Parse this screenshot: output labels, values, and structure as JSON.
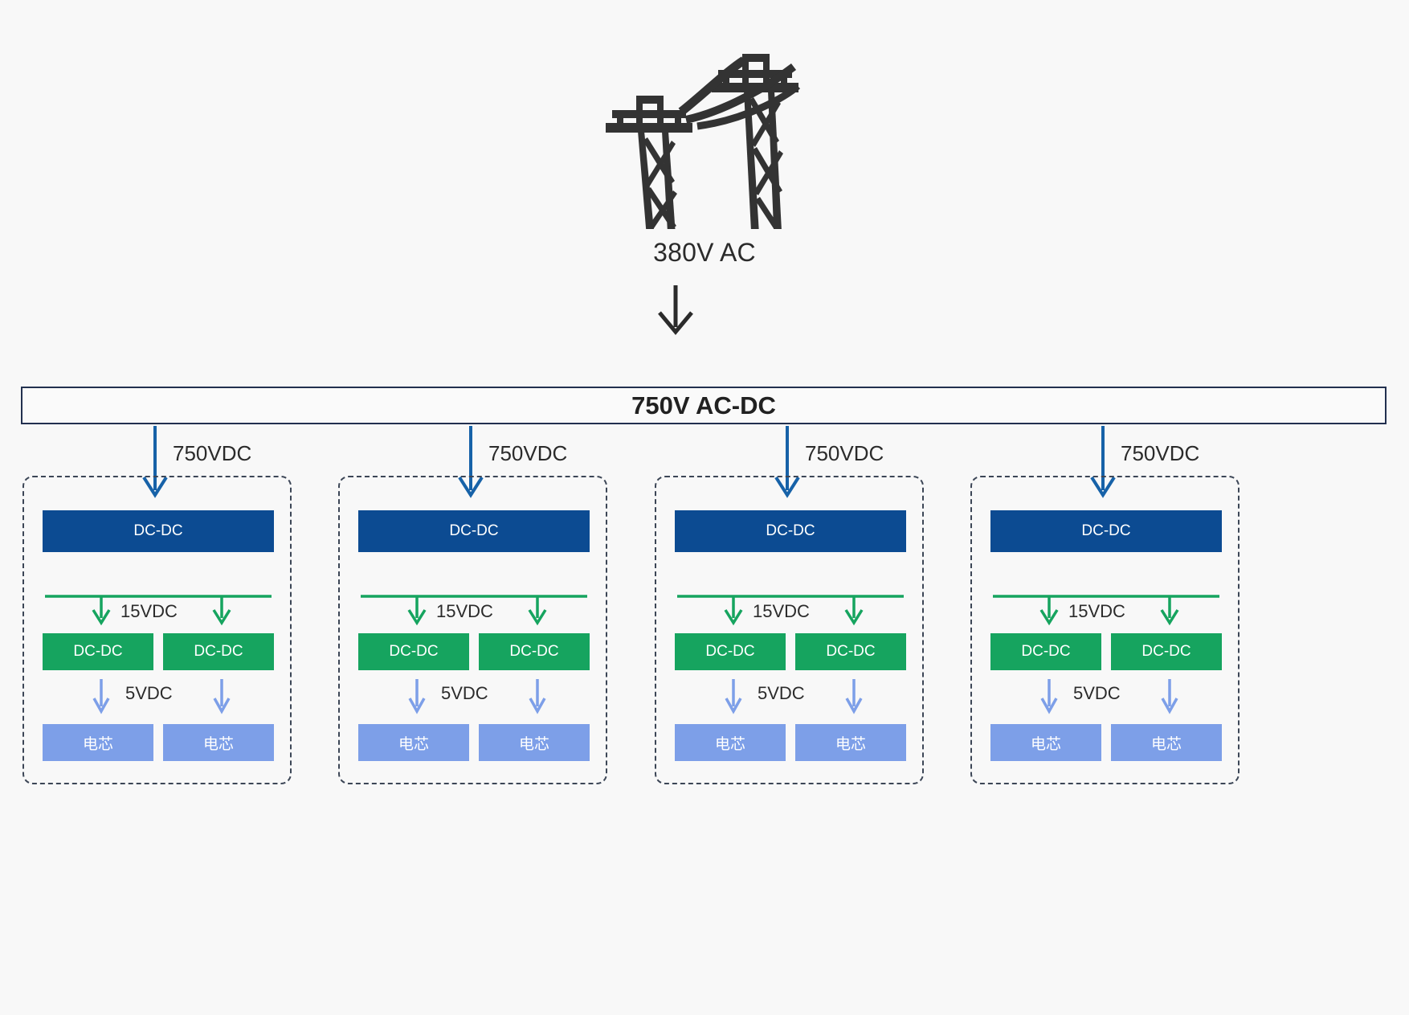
{
  "diagram": {
    "title_source": "380V AC",
    "source_icon": "transmission-tower-icon",
    "source_label": "380V AC",
    "converter": {
      "label": "750V AC-DC",
      "border_color": "#22304f"
    },
    "colors": {
      "background": "#f8f8f8",
      "tower": "#333333",
      "navy_border": "#22304f",
      "feed_arrow_blue": "#1762a8",
      "dcdc_blue": "#0c4b92",
      "green": "#16a45f",
      "cell_blue": "#7d9fe8",
      "dashed_border": "#3c4656",
      "text": "#2b2b2b"
    },
    "groups": [
      {
        "feed_label": "750VDC",
        "dcdc_primary": "DC-DC",
        "bus_label": "15VDC",
        "dcdc_secondary": [
          "DC-DC",
          "DC-DC"
        ],
        "cell_bus_label": "5VDC",
        "cells": [
          "电芯",
          "电芯"
        ]
      },
      {
        "feed_label": "750VDC",
        "dcdc_primary": "DC-DC",
        "bus_label": "15VDC",
        "dcdc_secondary": [
          "DC-DC",
          "DC-DC"
        ],
        "cell_bus_label": "5VDC",
        "cells": [
          "电芯",
          "电芯"
        ]
      },
      {
        "feed_label": "750VDC",
        "dcdc_primary": "DC-DC",
        "bus_label": "15VDC",
        "dcdc_secondary": [
          "DC-DC",
          "DC-DC"
        ],
        "cell_bus_label": "5VDC",
        "cells": [
          "电芯",
          "电芯"
        ]
      },
      {
        "feed_label": "750VDC",
        "dcdc_primary": "DC-DC",
        "bus_label": "15VDC",
        "dcdc_secondary": [
          "DC-DC",
          "DC-DC"
        ],
        "cell_bus_label": "5VDC",
        "cells": [
          "电芯",
          "电芯"
        ]
      }
    ]
  }
}
